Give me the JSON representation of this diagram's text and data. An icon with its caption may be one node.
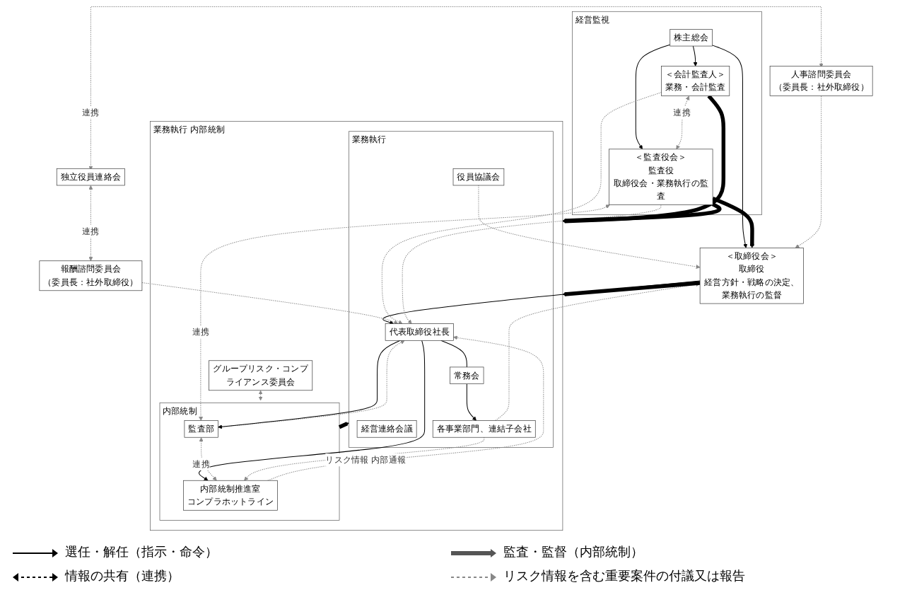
{
  "diagram": {
    "nodes": [
      {
        "text": [
          "経営監視"
        ]
      },
      {
        "text": [
          "株主総会"
        ],
        "in": 0
      },
      {
        "text": [
          "＜会計監査人＞",
          "業務・会計監査"
        ],
        "in": 0
      },
      {
        "text": [
          "＜監査役会＞",
          "監査役",
          "取締役会・業務執行の監査"
        ],
        "in": 0
      },
      {
        "text": [
          "＜取締役会＞",
          "取締役",
          "経営方針・戦略の決定、業務執行の監督"
        ]
      },
      {
        "text": [
          "人事諮問委員会",
          "（委員長：社外取締役）"
        ]
      },
      {
        "text": [
          "独立役員連絡会"
        ]
      },
      {
        "text": [
          "報酬諮問委員会",
          "（委員長：社外取締役）"
        ]
      },
      {
        "text": [
          "業務執行 内部統制"
        ]
      },
      {
        "text": [
          "グループリスク・コンプライアンス委員会"
        ],
        "in": 8
      },
      {
        "text": [
          "内部統制"
        ],
        "in": 8
      },
      {
        "text": [
          "監査部"
        ],
        "in": 10
      },
      {
        "text": [
          "内部統制推進室",
          "コンプラホットライン"
        ],
        "in": 10
      },
      {
        "text": [
          "業務執行"
        ],
        "in": 8
      },
      {
        "text": [
          "代表取締役社長"
        ],
        "in": 13
      },
      {
        "text": [
          "役員協議会"
        ],
        "in": 13
      },
      {
        "text": [
          "常務会"
        ],
        "in": 13
      },
      {
        "text": [
          "経営連絡会議"
        ],
        "in": 13
      },
      {
        "text": [
          "各事業部門、連結子会社"
        ],
        "in": 13
      }
    ],
    "edges": [
      {
        "from": 1,
        "to": 2,
        "arrow": "to",
        "color": "#000000"
      },
      {
        "from": 1,
        "to": 3,
        "arrow": "to",
        "color": "#000000"
      },
      {
        "from": 1,
        "to": 4,
        "arrow": "to",
        "color": "#000000"
      },
      {
        "from": 2,
        "to": 3,
        "arrow": "both",
        "style": "dashed",
        "label": "連携"
      },
      {
        "from": 3,
        "to": 4,
        "arrow": "to",
        "style": "thick",
        "color": "#000000"
      },
      {
        "from": 2,
        "to": 8,
        "arrow": "to",
        "style": "thick",
        "color": "#000000"
      },
      {
        "from": 3,
        "to": 8,
        "arrow": "to",
        "style": "thick",
        "color": "#000000"
      },
      {
        "from": 4,
        "to": 8,
        "arrow": "to",
        "style": "thick",
        "color": "#000000"
      },
      {
        "from": 4,
        "to": 14,
        "arrow": "to",
        "color": "#000000"
      },
      {
        "from": 5,
        "to": 4,
        "arrow": "to",
        "style": "dashed"
      },
      {
        "from": 5,
        "to": 6,
        "arrow": "both",
        "style": "dashed",
        "label": "連携"
      },
      {
        "from": 6,
        "to": 7,
        "arrow": "both",
        "style": "dashed",
        "label": "連携"
      },
      {
        "from": 7,
        "to": 14,
        "arrow": "to",
        "style": "dashed"
      },
      {
        "from": 3,
        "to": 11,
        "arrow": "both",
        "style": "dashed",
        "label": "連携"
      },
      {
        "from": 2,
        "to": 14,
        "arrow": "to",
        "style": "dashed"
      },
      {
        "from": 3,
        "to": 14,
        "arrow": "to",
        "style": "dashed"
      },
      {
        "from": 11,
        "to": 14,
        "arrow": "to",
        "style": "dashed"
      },
      {
        "from": 12,
        "to": 14,
        "arrow": "to",
        "style": "dashed"
      },
      {
        "from": 14,
        "to": 11,
        "arrow": "to",
        "color": "#000000"
      },
      {
        "from": 14,
        "to": 12,
        "arrow": "to",
        "color": "#000000"
      },
      {
        "from": 11,
        "to": 12,
        "arrow": "both",
        "style": "dashed",
        "label": "連携"
      },
      {
        "from": 9,
        "to": 10,
        "arrow": "both",
        "style": "dashed"
      },
      {
        "from": 10,
        "to": 13,
        "arrow": "to",
        "style": "thick",
        "color": "#000000"
      },
      {
        "from": 14,
        "to": 16,
        "arrow": "none",
        "color": "#000000"
      },
      {
        "from": 16,
        "to": 18,
        "arrow": "to",
        "color": "#000000"
      },
      {
        "from": 18,
        "to": 12,
        "arrow": "to",
        "style": "dashed",
        "label": "リスク情報 内部通報"
      },
      {
        "from": 18,
        "to": 4,
        "arrow": "to",
        "style": "dashed"
      },
      {
        "from": 15,
        "to": 4,
        "arrow": "to",
        "style": "dashed"
      }
    ],
    "legend": [
      {
        "text": "選任・解任（指示・命令）"
      },
      {
        "text": "監査・監督（内部統制）"
      },
      {
        "text": "情報の共有（連携）"
      },
      {
        "text": "リスク情報を含む重要案件の付議又は報告"
      }
    ]
  }
}
